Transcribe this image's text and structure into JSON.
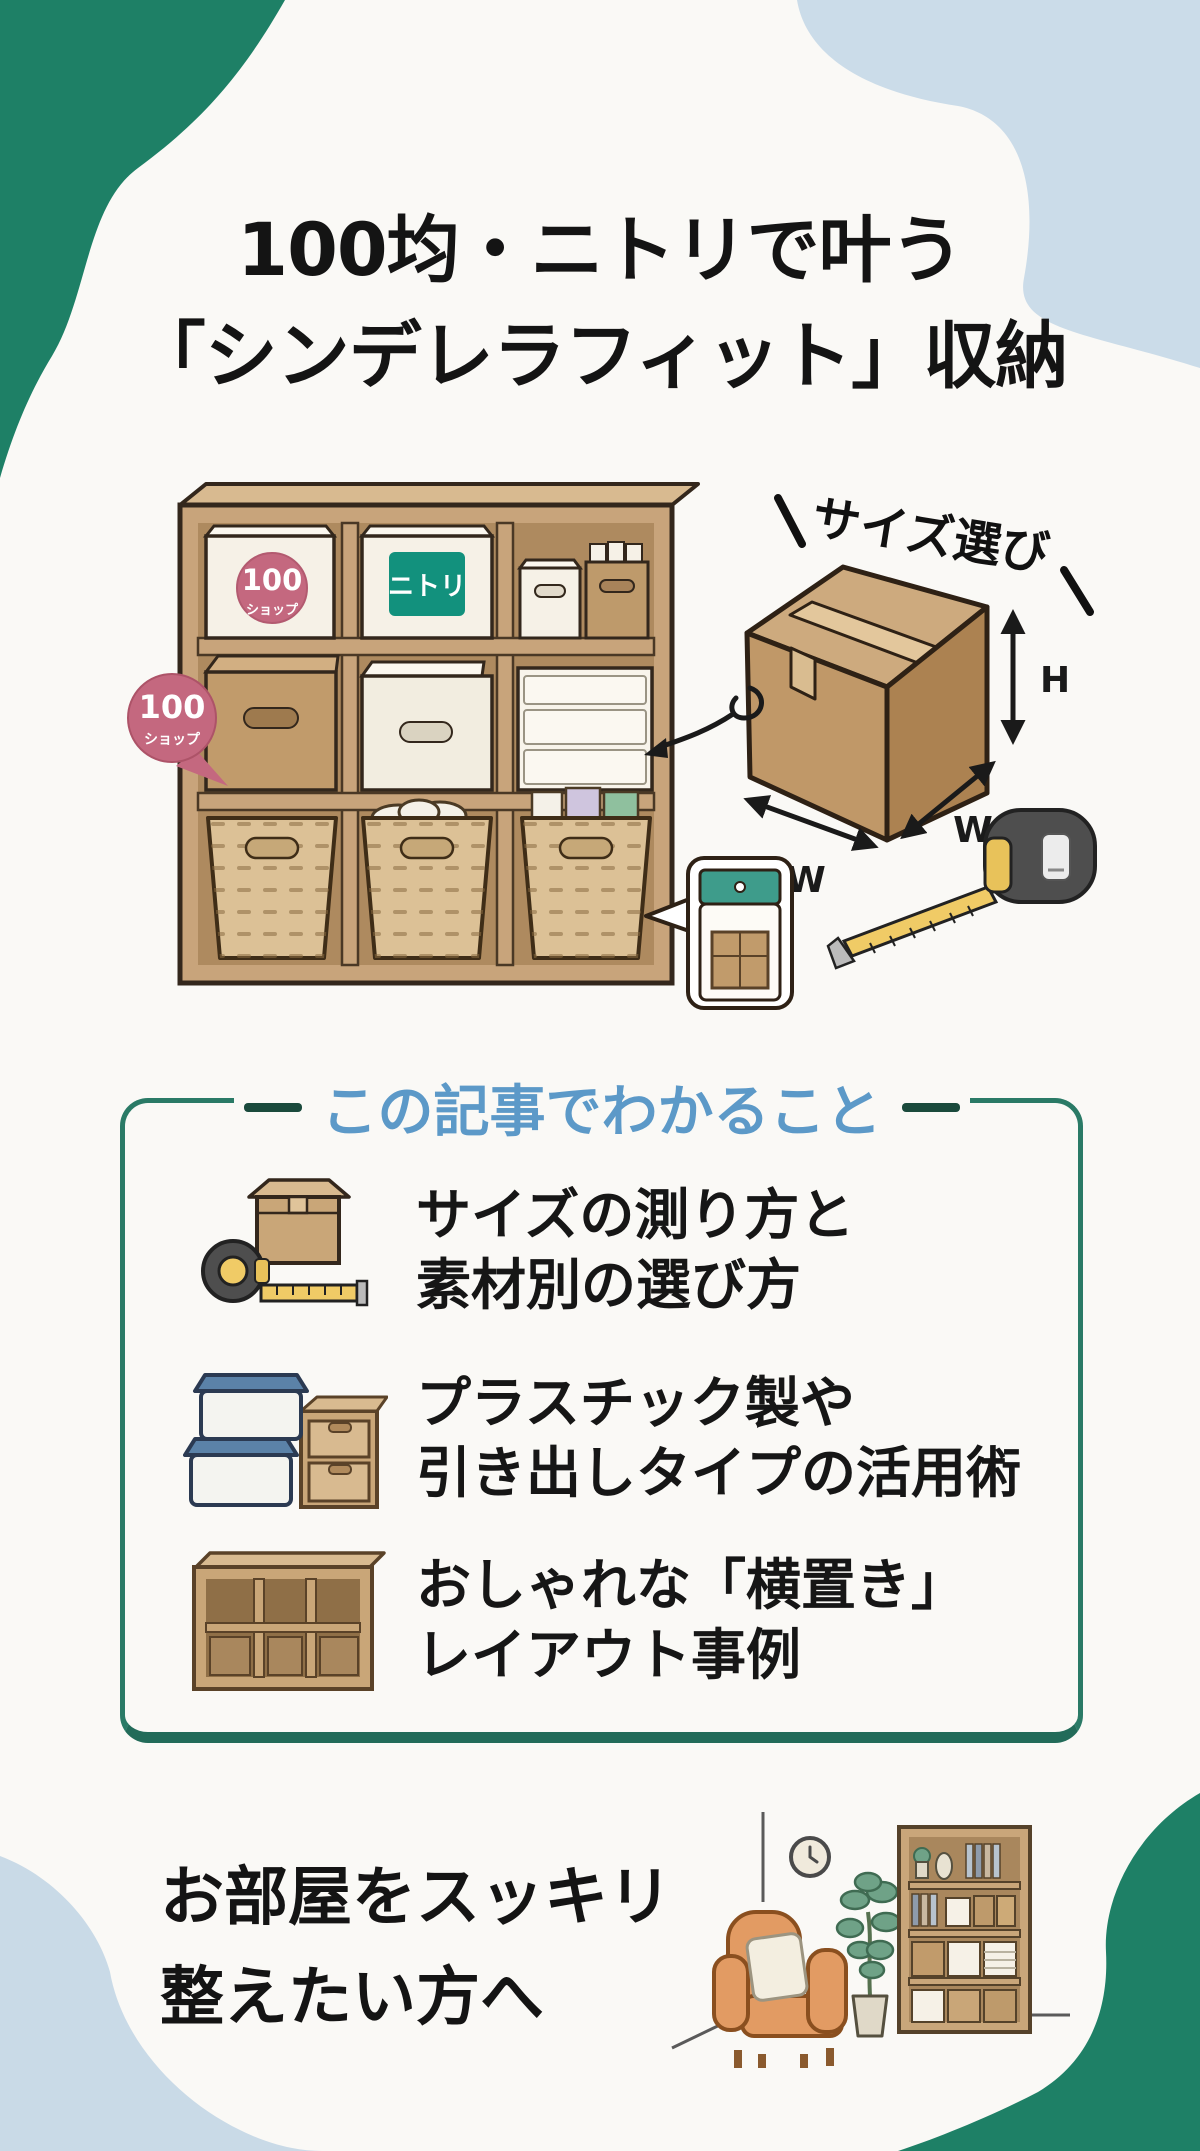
{
  "title": {
    "line1": "100均・ニトリで叶う",
    "line2": "「シンデレラフィット」収納"
  },
  "hero": {
    "size_label": "サイズ選び",
    "h_label": "H",
    "w_label_left": "W",
    "w_label_right": "W",
    "nitori_label": "ニトリ",
    "badge_box": {
      "number": "100",
      "text": "ショップ"
    },
    "badge_bubble": {
      "number": "100",
      "text": "ショップ"
    }
  },
  "info_box": {
    "header": "この記事でわかること",
    "items": [
      {
        "icon": "tape-and-box-icon",
        "line1": "サイズの測り方と",
        "line2": "素材別の選び方"
      },
      {
        "icon": "plastic-bins-icon",
        "line1": "プラスチック製や",
        "line2": "引き出しタイプの活用術"
      },
      {
        "icon": "cube-shelf-icon",
        "line1": "おしゃれな「横置き」",
        "line2": "レイアウト事例"
      }
    ]
  },
  "footer": {
    "line1": "お部屋をスッキリ",
    "line2": "整えたい方へ"
  },
  "colors": {
    "background": "#FAF9F6",
    "corner_green": "#1E8066",
    "corner_light_blue": "#CBDCE9",
    "info_border_teal": "#2A7A66",
    "header_blue": "#5C99C8",
    "header_dash": "#1A4A3C",
    "nitori_teal": "#12917D",
    "badge_pink": "#C4687F",
    "wood_light": "#C8A47B",
    "cardboard": "#C09868",
    "tape_yellow": "#F0CB66",
    "armchair_orange": "#E29B63"
  }
}
